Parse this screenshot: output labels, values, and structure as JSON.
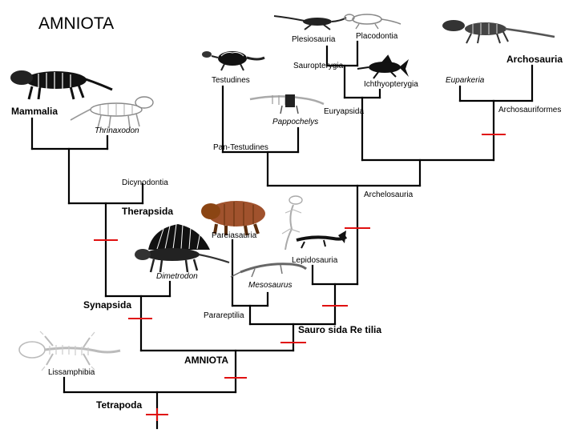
{
  "title": "AMNIOTA",
  "colors": {
    "branch": "#000000",
    "synapomorphy": "#e01010",
    "specimen_dark": "#111111",
    "specimen_light": "#bdbdbd",
    "pareiasaur": "#a0522d"
  },
  "labels": {
    "mammalia": "Mammalia",
    "thrinaxodon": "Thrinaxodon",
    "dicynodontia": "Dicynodontia",
    "therapsida": "Therapsida",
    "dimetrodon": "Dimetrodon",
    "synapsida": "Synapsida",
    "lissamphibia": "Lissamphibia",
    "tetrapoda": "Tetrapoda",
    "amniota": "AMNIOTA",
    "sauropsida": "Sauro sida Re tilia",
    "parareptilia": "Parareptilia",
    "mesosaurus": "Mesosaurus",
    "pareiasauria": "Pareiasauria",
    "lepidosauria": "Lepidosauria",
    "archelosauria": "Archelosauria",
    "pan_testudines": "Pan-Testudines",
    "testudines": "Testudines",
    "pappochelys": "Pappochelys",
    "plesiosauria": "Plesiosauria",
    "placodontia": "Placodontia",
    "sauropterygia": "Sauropterygia",
    "ichthyopterygia": "Ichthyopterygia",
    "euryapsida": "Euryapsida",
    "euparkeria": "Euparkeria",
    "archosauria": "Archosauria",
    "archosauriformes": "Archosauriformes"
  },
  "icons": [
    "mammal-skeleton-icon",
    "thrinaxodon-skeleton-icon",
    "dimetrodon-icon",
    "salamander-skeleton-icon",
    "pareiasaur-icon",
    "mesosaurus-icon",
    "lepidosaur-icon",
    "turtle-icon",
    "pappochelys-icon",
    "plesiosaur-icon",
    "placodont-icon",
    "ichthyosaur-icon",
    "crocodilian-skeleton-icon"
  ]
}
